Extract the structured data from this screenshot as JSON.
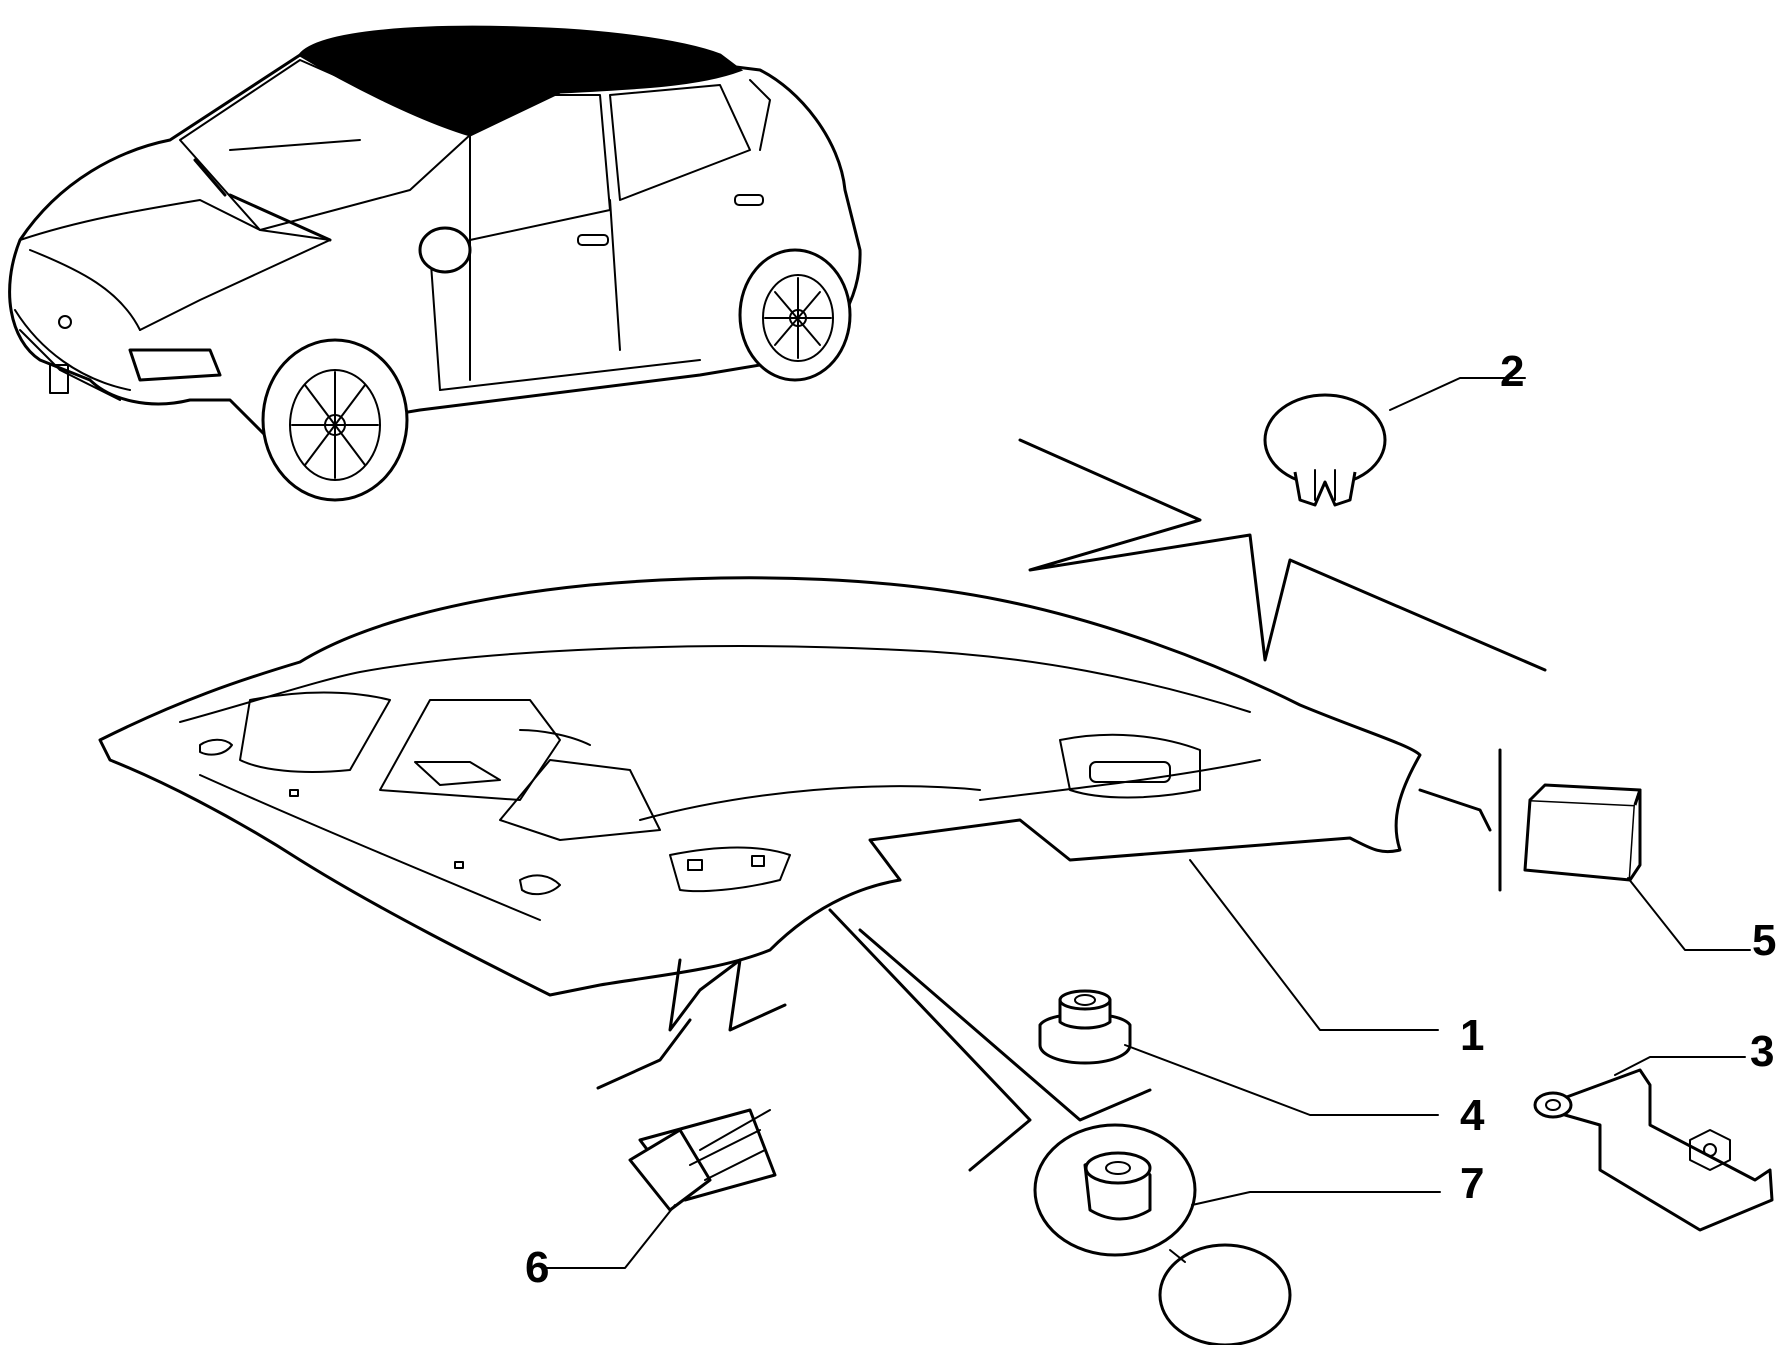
{
  "callouts": [
    {
      "id": "1",
      "label": "1"
    },
    {
      "id": "2",
      "label": "2"
    },
    {
      "id": "3",
      "label": "3"
    },
    {
      "id": "4",
      "label": "4"
    },
    {
      "id": "5",
      "label": "5"
    },
    {
      "id": "6",
      "label": "6"
    },
    {
      "id": "7",
      "label": "7"
    }
  ],
  "colors": {
    "line": "#000000",
    "background": "#ffffff",
    "roof_highlight": "#000000"
  }
}
